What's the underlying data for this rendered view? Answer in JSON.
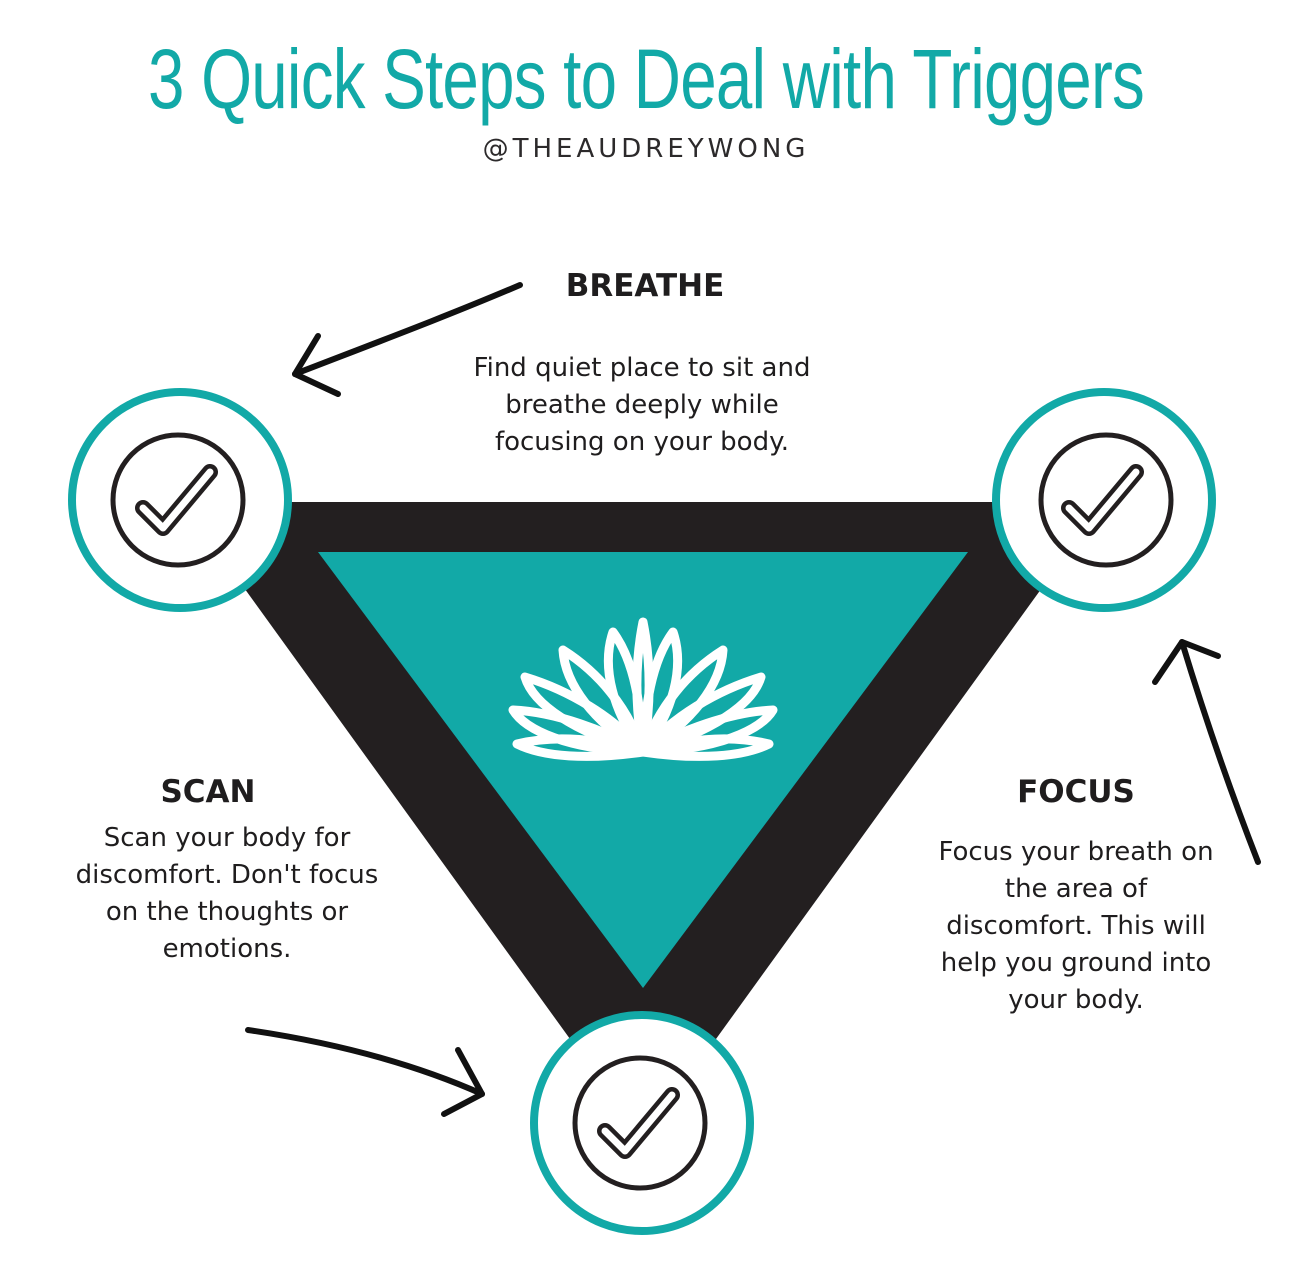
{
  "header": {
    "title": "3 Quick Steps to Deal with Triggers",
    "handle": "@THEAUDREYWONG"
  },
  "steps": {
    "breathe": {
      "heading": "BREATHE",
      "text": "Find quiet place to sit and breathe deeply while focusing on your body."
    },
    "scan": {
      "heading": "SCAN",
      "text": "Scan your body for discomfort.  Don't focus on the thoughts or emotions."
    },
    "focus": {
      "heading": "FOCUS",
      "text": "Focus your breath on the area of discomfort.  This will help you ground into your body."
    }
  },
  "icons": {
    "checkmark": "check-circle-icon",
    "center": "lotus-icon",
    "arrows": "hand-drawn-arrow-icon"
  },
  "colors": {
    "accent": "#12a9a7",
    "dark": "#231f20",
    "background": "#ffffff"
  }
}
